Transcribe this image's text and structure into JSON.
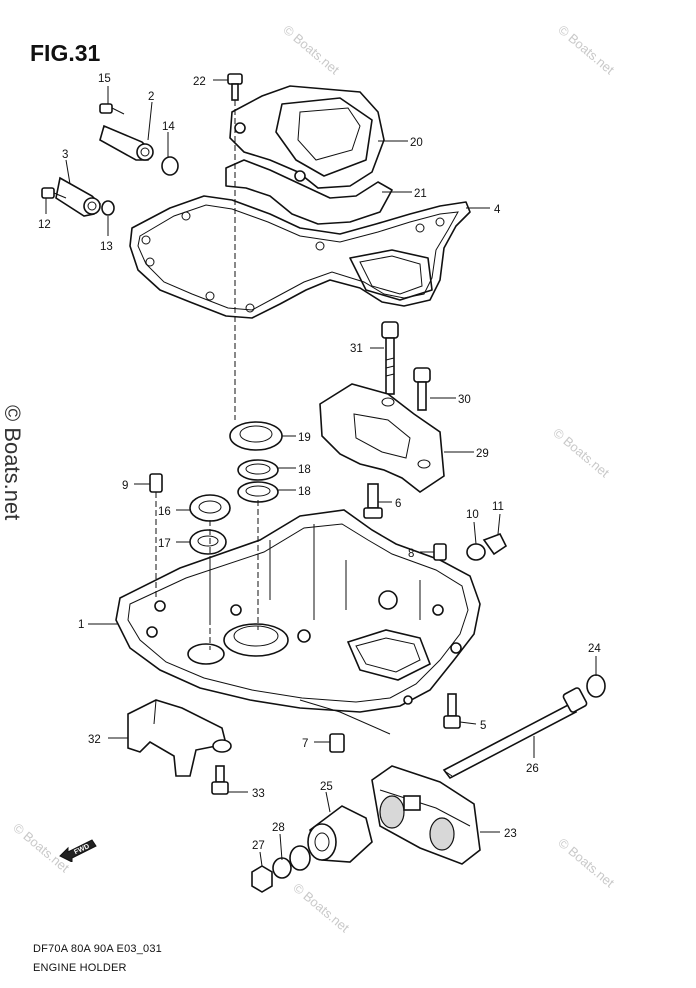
{
  "figure": {
    "title": "FIG.31",
    "code": "DF70A 80A 90A E03_031",
    "name": "ENGINE HOLDER",
    "forward_label": "FWD"
  },
  "watermark": {
    "small": "© Boats.net",
    "large": "© Boats.net"
  },
  "callouts": [
    {
      "id": "c1",
      "label": "1"
    },
    {
      "id": "c2",
      "label": "2"
    },
    {
      "id": "c3",
      "label": "3"
    },
    {
      "id": "c4",
      "label": "4"
    },
    {
      "id": "c5",
      "label": "5"
    },
    {
      "id": "c6",
      "label": "6"
    },
    {
      "id": "c7",
      "label": "7"
    },
    {
      "id": "c8",
      "label": "8"
    },
    {
      "id": "c9",
      "label": "9"
    },
    {
      "id": "c10",
      "label": "10"
    },
    {
      "id": "c11",
      "label": "11"
    },
    {
      "id": "c12",
      "label": "12"
    },
    {
      "id": "c13",
      "label": "13"
    },
    {
      "id": "c14",
      "label": "14"
    },
    {
      "id": "c15",
      "label": "15"
    },
    {
      "id": "c16",
      "label": "16"
    },
    {
      "id": "c17",
      "label": "17"
    },
    {
      "id": "c18a",
      "label": "18"
    },
    {
      "id": "c18b",
      "label": "18"
    },
    {
      "id": "c19",
      "label": "19"
    },
    {
      "id": "c20",
      "label": "20"
    },
    {
      "id": "c21",
      "label": "21"
    },
    {
      "id": "c22",
      "label": "22"
    },
    {
      "id": "c23",
      "label": "23"
    },
    {
      "id": "c24",
      "label": "24"
    },
    {
      "id": "c25",
      "label": "25"
    },
    {
      "id": "c26",
      "label": "26"
    },
    {
      "id": "c27",
      "label": "27"
    },
    {
      "id": "c28",
      "label": "28"
    },
    {
      "id": "c29",
      "label": "29"
    },
    {
      "id": "c30",
      "label": "30"
    },
    {
      "id": "c31",
      "label": "31"
    },
    {
      "id": "c32",
      "label": "32"
    },
    {
      "id": "c33",
      "label": "33"
    }
  ]
}
